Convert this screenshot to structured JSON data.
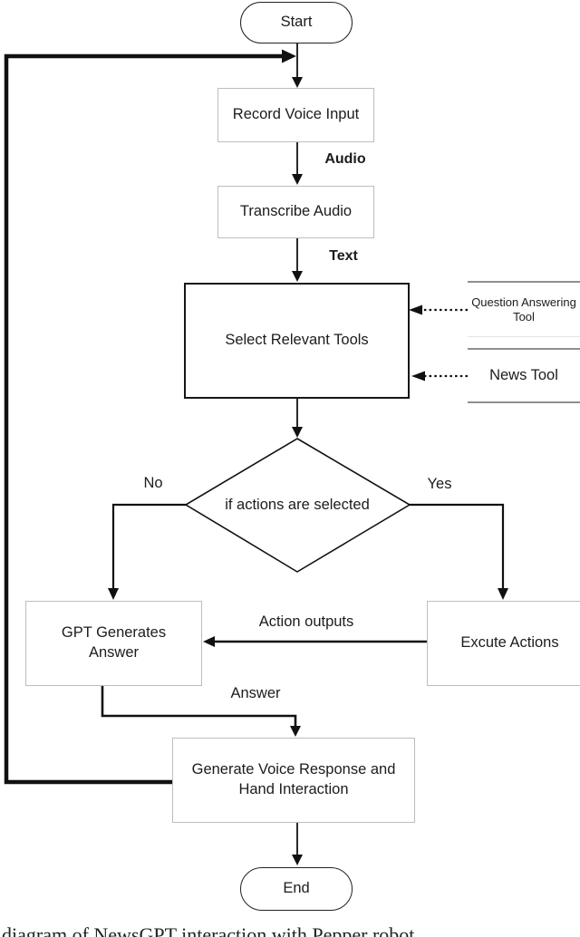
{
  "nodes": {
    "start": {
      "label": "Start"
    },
    "record": {
      "label": "Record Voice Input"
    },
    "transcribe": {
      "label": "Transcribe Audio"
    },
    "select": {
      "label": "Select Relevant Tools"
    },
    "qa_tool": {
      "label": "Question Answering Tool"
    },
    "news_tool": {
      "label": "News Tool"
    },
    "decision": {
      "label": "if actions are selected"
    },
    "gpt": {
      "label": "GPT Generates\nAnswer"
    },
    "execute": {
      "label": "Excute Actions"
    },
    "generate": {
      "label": "Generate Voice Response and\nHand Interaction"
    },
    "end": {
      "label": "End"
    }
  },
  "edge_labels": {
    "audio": "Audio",
    "text": "Text",
    "no": "No",
    "yes": "Yes",
    "action_outputs": "Action outputs",
    "answer": "Answer"
  },
  "caption": "diagram of NewsGPT interaction with Pepper robot",
  "colors": {
    "line": "#111111",
    "box_border_light": "#bdbdbd",
    "box_border_dark": "#161616",
    "tool_border": "#8f8f8f",
    "background": "#ffffff"
  }
}
